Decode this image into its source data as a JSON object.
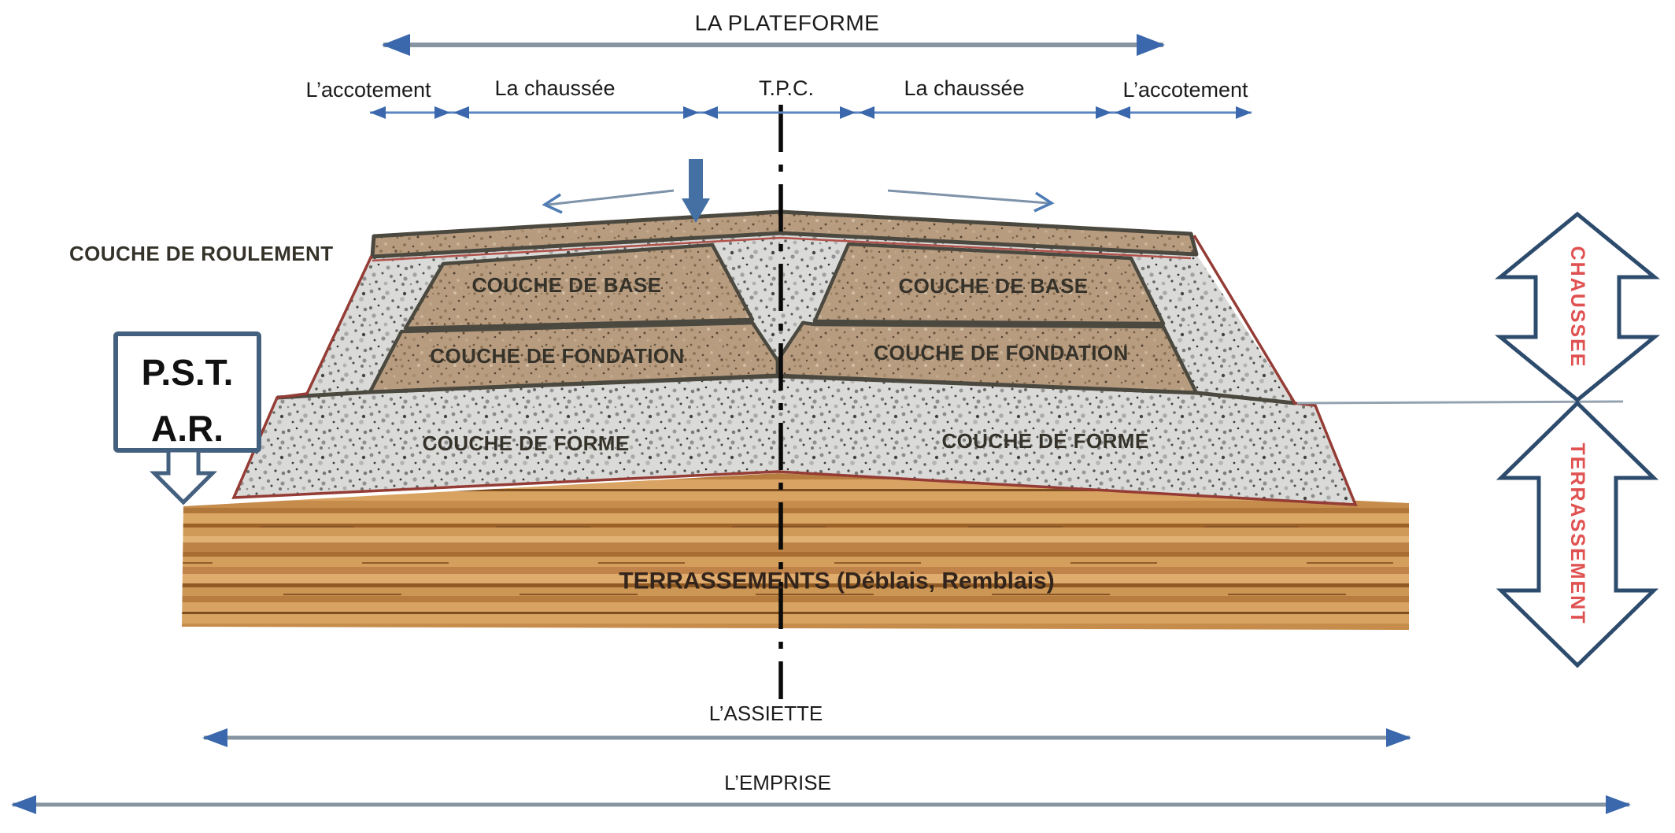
{
  "diagram": {
    "dimensions": {
      "plateforme": "LA PLATEFORME",
      "accotement_left": "L’accotement",
      "chaussee_left": "La chaussée",
      "tpc": "T.P.C.",
      "chaussee_right": "La chaussée",
      "accotement_right": "L’accotement",
      "assiette": "L’ASSIETTE",
      "emprise": "L’EMPRISE"
    },
    "layers": {
      "roulement": "COUCHE DE ROULEMENT",
      "base_left": "COUCHE DE BASE",
      "base_right": "COUCHE DE BASE",
      "fondation_left": "COUCHE DE FONDATION",
      "fondation_right": "COUCHE DE FONDATION",
      "forme_left": "COUCHE DE FORME",
      "forme_right": "COUCHE DE FORME",
      "terrassements": "TERRASSEMENTS (Déblais, Remblais)"
    },
    "callout": {
      "line1": "P.S.T.",
      "line2": "A.R."
    },
    "side_arrows": {
      "top": "CHAUSSEE",
      "bottom": "TERRASSEMENT"
    },
    "colors": {
      "dimension_line": "#8795a2",
      "segment_line": "#5b85c2",
      "arrowhead_blue": "#3b68ac",
      "solid_arrow_blue": "#4470a4",
      "outline_red": "#943c35",
      "boundary_dark": "#4b493f",
      "side_arrow_outline": "#2d4b6d",
      "red_label": "#e05252",
      "sand_base": "#b89c80",
      "granite_base": "#dadad8",
      "wood_base": "#d8a261"
    }
  }
}
